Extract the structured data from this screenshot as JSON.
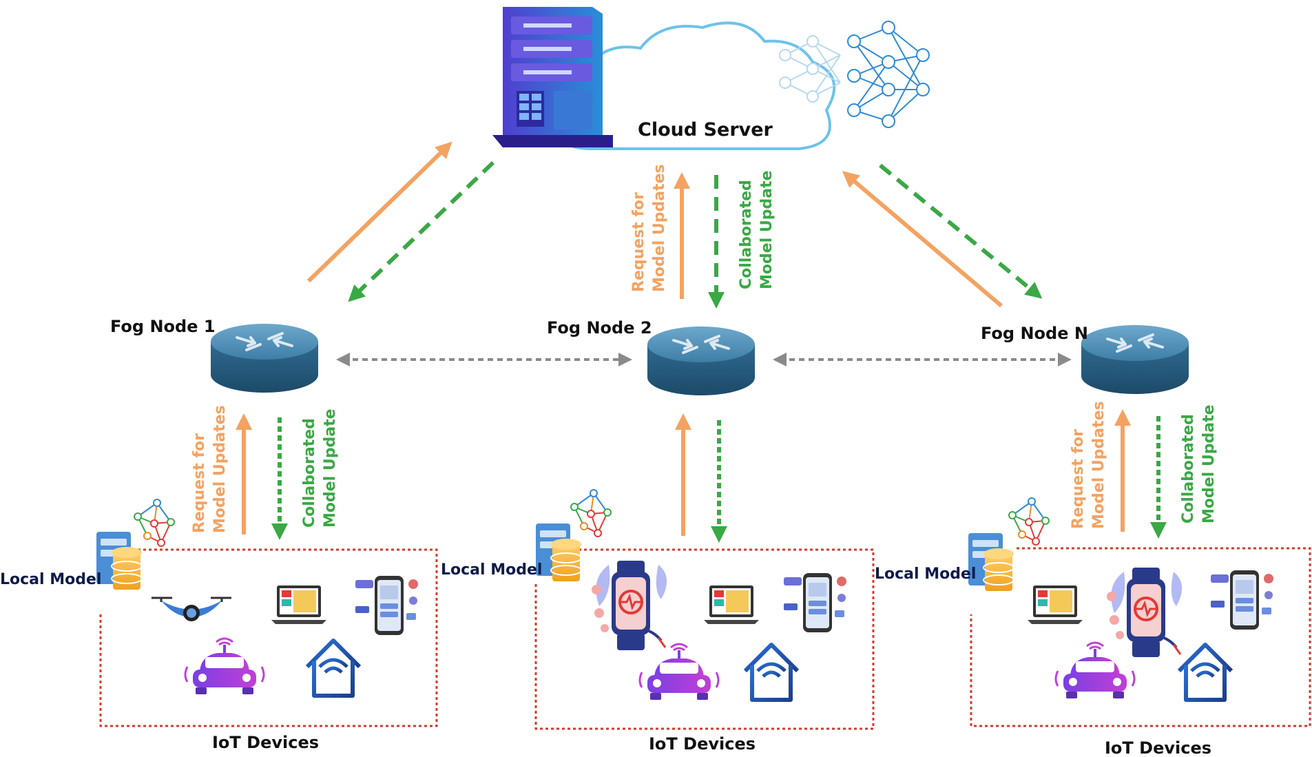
{
  "cloud": {
    "label": "Cloud Server"
  },
  "fog_nodes": [
    {
      "label": "Fog Node 1"
    },
    {
      "label": "Fog Node 2"
    },
    {
      "label": "Fog Node N"
    }
  ],
  "links": {
    "request_line1": "Request for",
    "request_line2": "Model Updates",
    "collab_line1": "Collaborated",
    "collab_line2": "Model Update"
  },
  "clusters": [
    {
      "local_model_label": "Local Model",
      "caption": "IoT Devices"
    },
    {
      "local_model_label": "Local Model",
      "caption": "IoT Devices"
    },
    {
      "local_model_label": "Local Model",
      "caption": "IoT Devices"
    }
  ],
  "colors": {
    "request": "#f4a261",
    "collab": "#3aa845",
    "peer": "#8a8a8a",
    "cluster_border": "#d23a2a",
    "router": "#3e7ea6",
    "label_dark": "#0d1b4a"
  }
}
